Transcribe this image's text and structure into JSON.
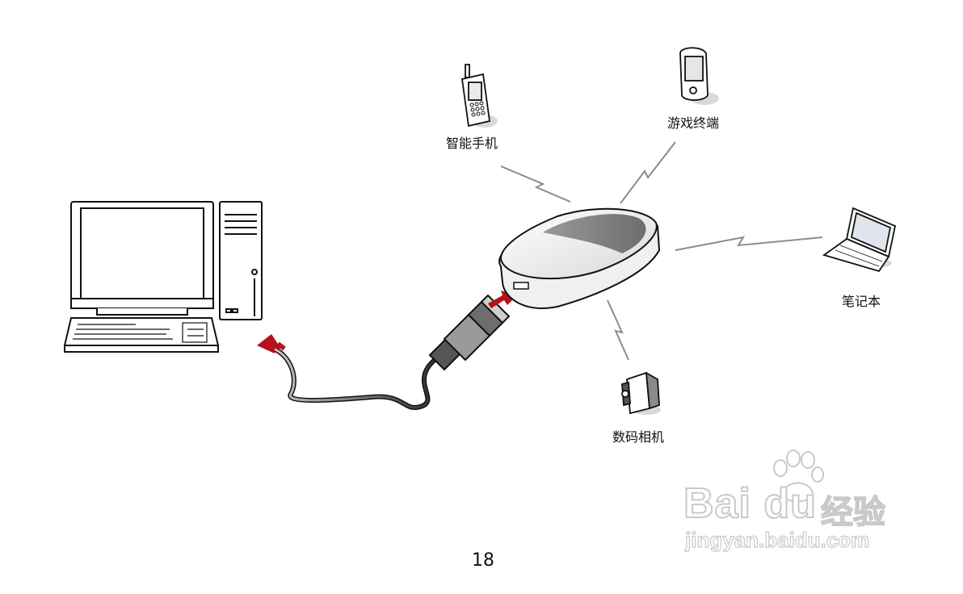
{
  "devices": {
    "smartphone": {
      "label": "智能手机",
      "icon": "smartphone-icon"
    },
    "game_terminal": {
      "label": "游戏终端",
      "icon": "handheld-game-icon"
    },
    "laptop": {
      "label": "笔记本",
      "icon": "laptop-icon"
    },
    "camera": {
      "label": "数码相机",
      "icon": "camcorder-icon"
    },
    "desktop": {
      "icon": "desktop-computer-icon"
    },
    "router": {
      "icon": "mobile-wifi-router-icon"
    },
    "usb_cable": {
      "icon": "usb-cable-icon"
    }
  },
  "page_number": "18",
  "watermark": {
    "brand": "Bai du",
    "cn": "经验",
    "url": "jingyan.baidu.com"
  },
  "colors": {
    "arrow": "#b5121b",
    "line": "#111111",
    "wireless_signal": "#8c8c8c"
  }
}
